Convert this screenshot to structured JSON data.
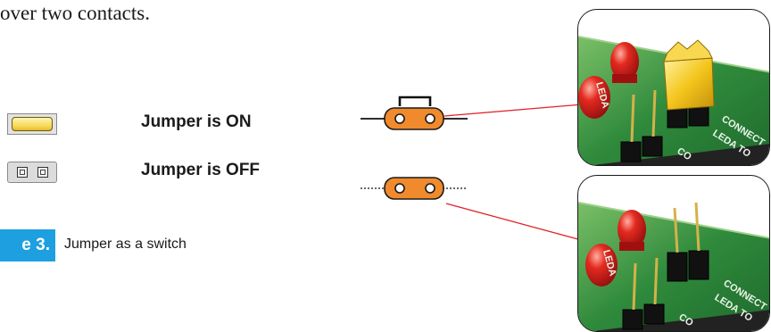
{
  "intro_text": "over two contacts.",
  "rows": {
    "on": {
      "label": "Jumper is ON"
    },
    "off": {
      "label": "Jumper is OFF"
    }
  },
  "figure": {
    "number_label": "e 3.",
    "caption": "Jumper as a switch"
  },
  "photos": {
    "on": {
      "board_text_1": "LEDA",
      "board_text_2": "CONNECT",
      "board_text_3": "LEDA TO",
      "board_text_4": "CO"
    },
    "off": {
      "board_text_1": "LEDA",
      "board_text_2": "CONNECT",
      "board_text_3": "LEDA TO",
      "board_text_4": "CO"
    }
  },
  "colors": {
    "figure_badge": "#1e9fe0",
    "jumper_body": "#f08a2c",
    "arrow_line": "#e0242a",
    "pcb_green": "#2f8a3c",
    "jumper_cap": "#f4c51c",
    "led_red": "#d81e1e"
  },
  "icons": {
    "on_indicator": "jumper-closed-icon",
    "off_indicator": "jumper-open-icon"
  }
}
